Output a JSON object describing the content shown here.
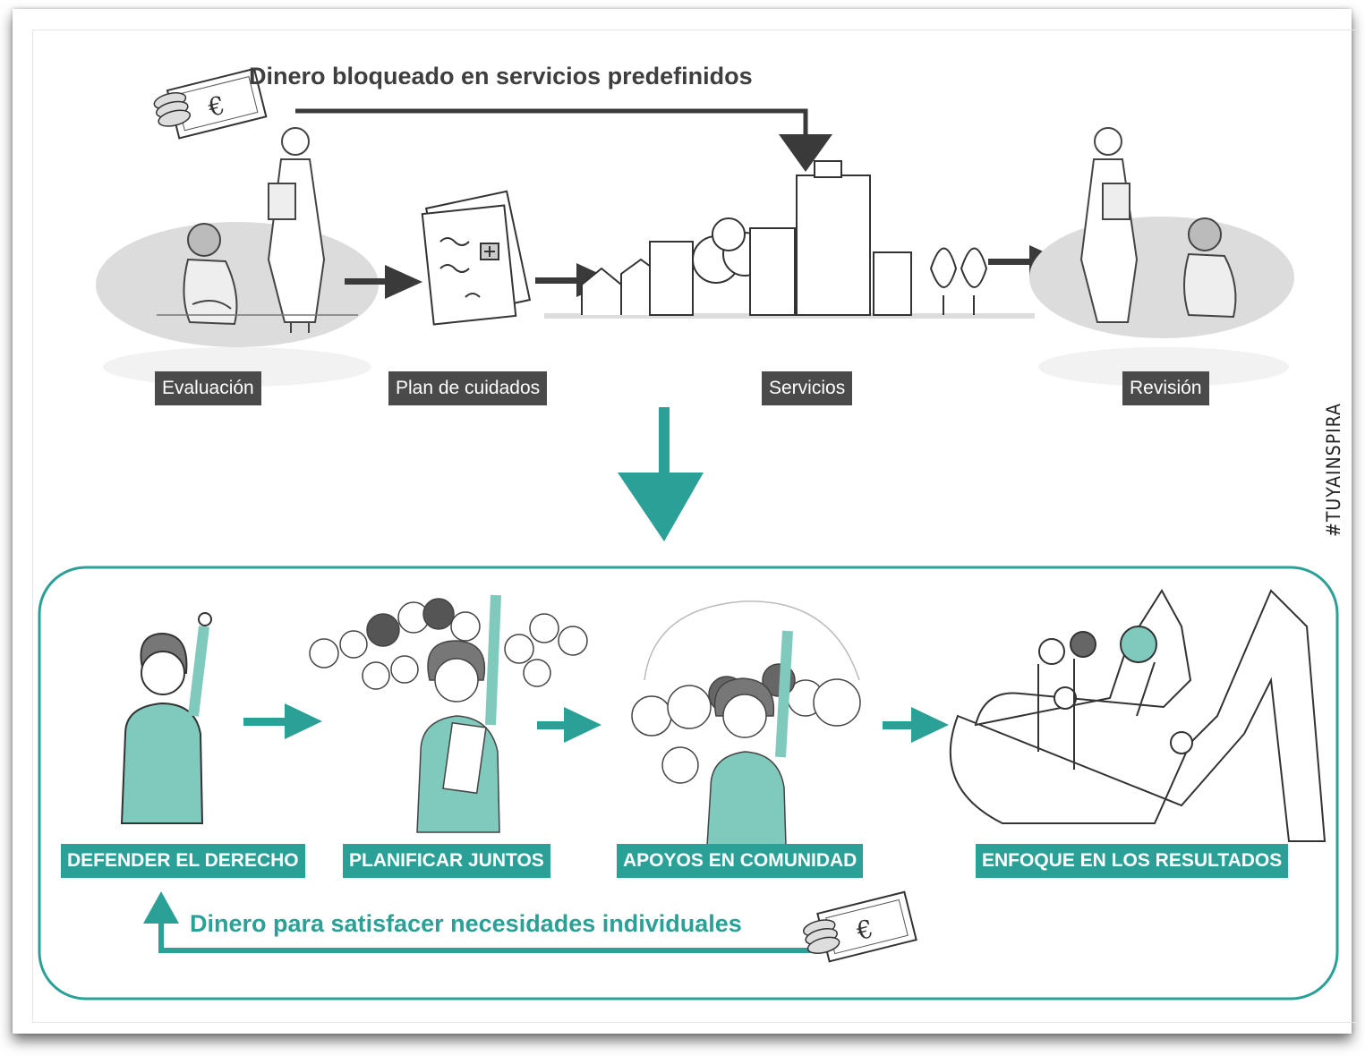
{
  "top_flow": {
    "title": "Dinero bloqueado en servicios predefinidos",
    "stages": [
      "Evaluación",
      "Plan de cuidados",
      "Servicios",
      "Revisión"
    ]
  },
  "bottom_flow": {
    "title": "Dinero para satisfacer necesidades individuales",
    "stages": [
      "DEFENDER EL DERECHO",
      "PLANIFICAR JUNTOS",
      "APOYOS EN COMUNIDAD",
      "ENFOQUE EN LOS RESULTADOS"
    ]
  },
  "hashtag": "#TUYAINSPIRA",
  "colors": {
    "accent": "#2aa096",
    "dark_label": "#4a4a4a",
    "title_dark": "#3e3e3e"
  },
  "icons": [
    "money-icon",
    "person-icon",
    "doctor-icon",
    "care-plan-icon",
    "city-icon",
    "crowd-icon",
    "mountain-icon"
  ]
}
